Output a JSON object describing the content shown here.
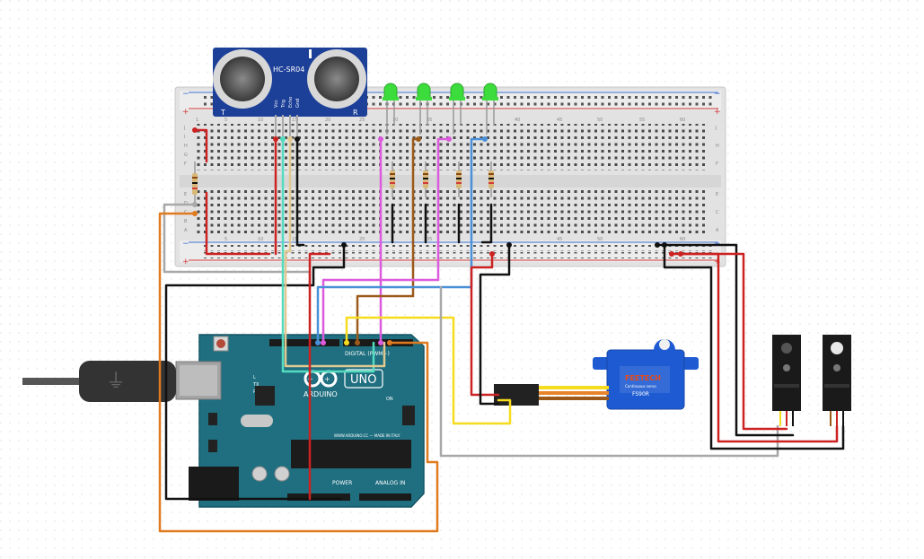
{
  "sensor": {
    "model": "HC-SR04",
    "pins": [
      "Vcc",
      "Trig",
      "Echo",
      "Gnd"
    ],
    "left_mark": "T",
    "right_mark": "R"
  },
  "breadboard": {
    "column_numbers": [
      "1",
      "5",
      "10",
      "15",
      "20",
      "25",
      "30",
      "35",
      "40",
      "45",
      "50",
      "55",
      "60"
    ],
    "row_letters_top": [
      "J",
      "I",
      "H",
      "G",
      "F"
    ],
    "row_letters_bottom": [
      "E",
      "D",
      "C",
      "B",
      "A"
    ],
    "plus": "+",
    "minus": "−"
  },
  "arduino": {
    "logo_text": "ARDUINO",
    "uno_text": "UNO",
    "digital_label": "DIGITAL (PWM~)",
    "power_label": "POWER",
    "analog_label": "ANALOG IN",
    "fine_print": "WWW.ARDUINO.CC — MADE IN ITALY",
    "tx": "TX",
    "rx": "RX",
    "l": "L",
    "on": "ON"
  },
  "servo": {
    "brand": "FEETECH",
    "subtitle": "Continuous servo",
    "model": "FS90R"
  },
  "colors": {
    "red": "#cc2222",
    "black": "#111111",
    "orange": "#e07a1e",
    "yellow": "#f5dc1e",
    "cyan": "#54dcc0",
    "magenta": "#dc5adc",
    "blue": "#4a90d8",
    "brown": "#9b5a1a",
    "gray": "#a8a8a8",
    "led_green": "#3ddc3d",
    "board_teal": "#1f6f80",
    "servo_blue": "#1e5bd2"
  }
}
